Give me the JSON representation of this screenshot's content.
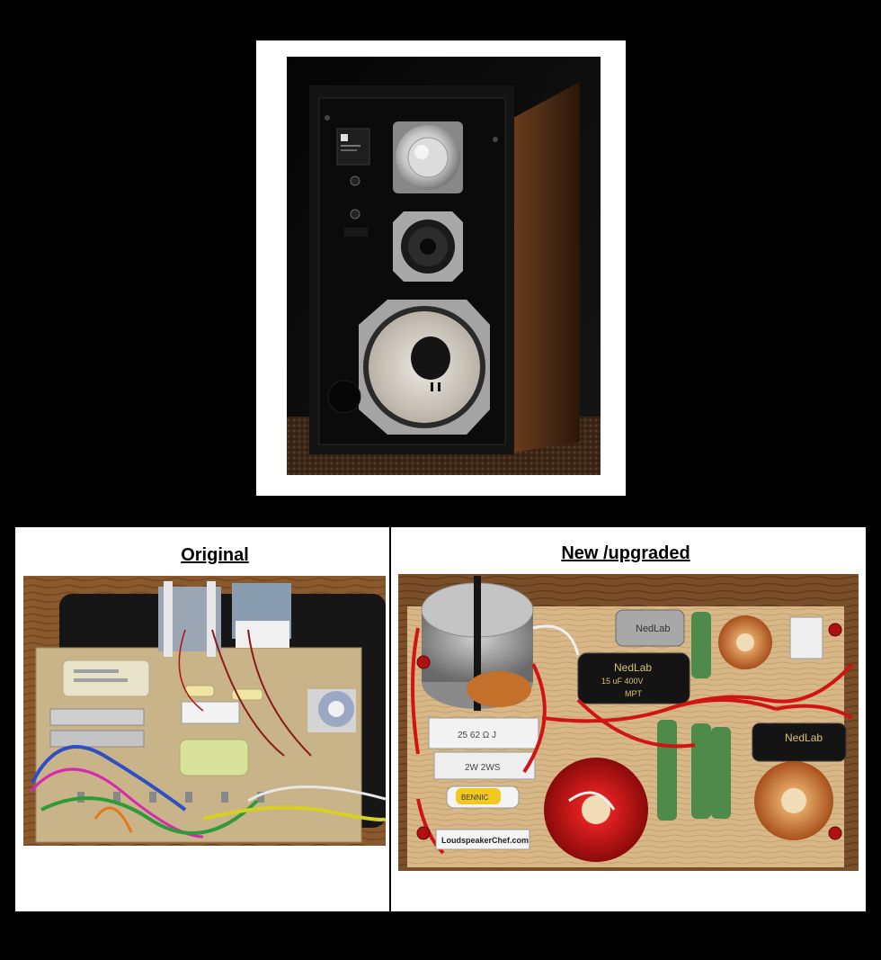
{
  "top_photo": {
    "subject": "three-way bookshelf loudspeaker with walnut side panel",
    "colors": {
      "cabinet": "#141414",
      "baffle": "#0c0c0c",
      "wood": "#4a2a14",
      "carpet": "#3a2616",
      "silver": "#b8b8b8",
      "cone": "#d8d4cc"
    }
  },
  "left_panel": {
    "caption": "Original",
    "subject": "original crossover board",
    "colors": {
      "board": "#c9b48a",
      "table": "#8a5a2e",
      "cap_cream": "#e8e2c8",
      "cap_green": "#d9e29a"
    }
  },
  "right_panel": {
    "caption": "New /upgraded",
    "subject": "upgraded crossover board",
    "watermark": "LoudspeakerChef.com",
    "component_labels": {
      "cap_top": "NedLab",
      "cap_center": "NedLab",
      "cap_center_spec": "15 uF 400V",
      "cap_center_type": "MPT",
      "cap_right": "NedLab",
      "resistor_top": "25  62 Ω J",
      "resistor_mid": "2W 2WS",
      "cap_yellow": "BENNIC"
    },
    "colors": {
      "board": "#d8b888",
      "table": "#7a4e28",
      "copper": "#c46a2c",
      "red_coil": "#c41818",
      "black_cap": "#141414",
      "grey_cap": "#a8a8a8",
      "green_resistor": "#4e8a4a",
      "wire_red": "#d01414"
    }
  }
}
